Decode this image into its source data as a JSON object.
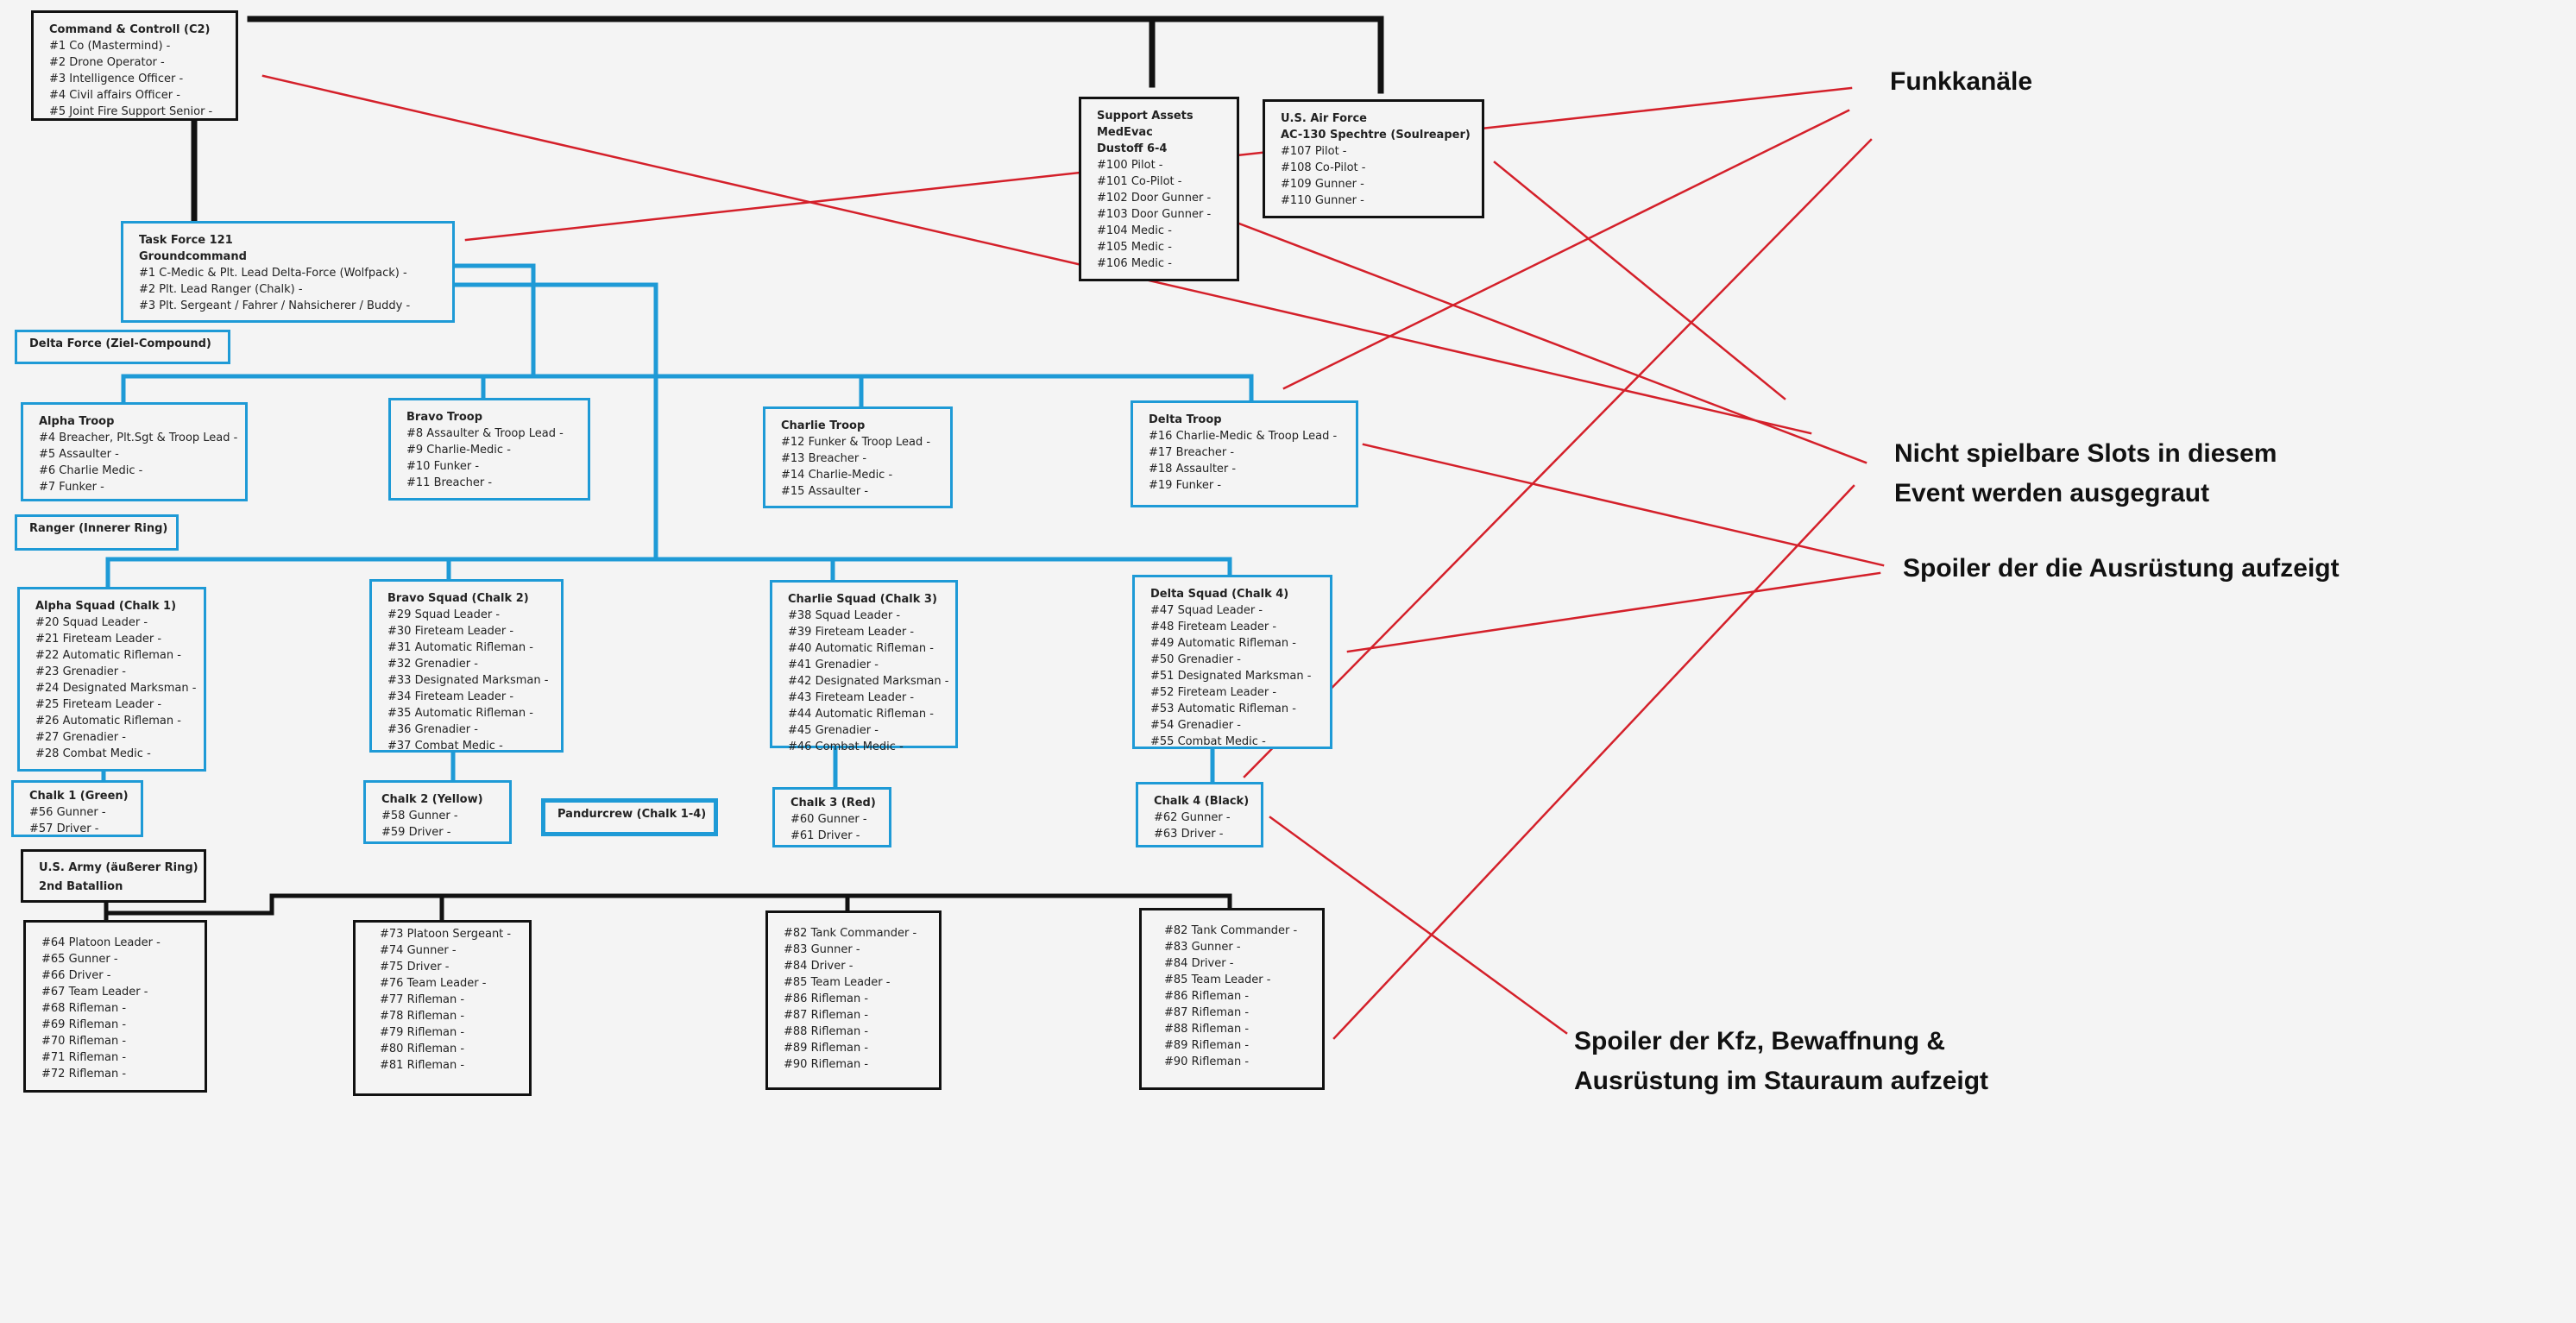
{
  "annotations": {
    "funk": [
      "Funkkanäle"
    ],
    "grey": [
      "Nicht spielbare Slots in diesem",
      "Event werden ausgegraut"
    ],
    "spoiler_gear": [
      "Spoiler der die Ausrüstung aufzeigt"
    ],
    "spoiler_kfz": [
      "Spoiler der Kfz, Bewaffnung &",
      "Ausrüstung im Stauraum aufzeigt"
    ]
  },
  "labels": {
    "delta_force": "Delta Force (Ziel-Compound)",
    "ranger": "Ranger (Innerer Ring)",
    "pandur": "Pandurcrew (Chalk 1-4)"
  },
  "colors": {
    "blue": "#1e9ad6",
    "black": "#111111",
    "red": "#d4202a"
  },
  "boxes": [
    {
      "name": "c2",
      "titles": [
        "Command & Controll   (C2)"
      ],
      "rows": [
        "#1 Co (Mastermind) -",
        "#2 Drone Operator -",
        "#3 Intelligence Officer -",
        "#4 Civil affairs Officer -",
        "#5 Joint Fire Support Senior -"
      ]
    },
    {
      "name": "support",
      "titles": [
        "Support Assets",
        "MedEvac",
        "Dustoff 6-4"
      ],
      "rows": [
        "#100 Pilot -",
        "#101 Co-Pilot -",
        "#102 Door Gunner -",
        "#103 Door Gunner -",
        "#104 Medic -",
        "#105 Medic -",
        "#106 Medic -"
      ]
    },
    {
      "name": "usaf",
      "titles": [
        "U.S. Air Force",
        "AC-130 Spechtre (Soulreaper)"
      ],
      "rows": [
        "#107 Pilot -",
        "#108 Co-Pilot -",
        "#109 Gunner -",
        "#110 Gunner -"
      ]
    },
    {
      "name": "tf121",
      "titles": [
        "Task Force 121",
        "Groundcommand"
      ],
      "rows": [
        "#1 C-Medic & Plt. Lead Delta-Force (Wolfpack) -",
        "#2 Plt. Lead Ranger (Chalk) -",
        "#3 Plt. Sergeant / Fahrer / Nahsicherer / Buddy -"
      ]
    },
    {
      "name": "alpha-troop",
      "titles": [
        "Alpha Troop"
      ],
      "rows": [
        "#4 Breacher, Plt.Sgt & Troop Lead -",
        "#5 Assaulter -",
        "#6 Charlie Medic -",
        "#7 Funker -"
      ]
    },
    {
      "name": "bravo-troop",
      "titles": [
        "Bravo Troop"
      ],
      "rows": [
        "#8 Assaulter & Troop Lead -",
        "#9 Charlie-Medic -",
        "#10 Funker -",
        "#11 Breacher -"
      ]
    },
    {
      "name": "charlie-troop",
      "titles": [
        "Charlie Troop"
      ],
      "rows": [
        "#12 Funker & Troop Lead -",
        "#13 Breacher -",
        "#14 Charlie-Medic -",
        "#15 Assaulter -"
      ]
    },
    {
      "name": "delta-troop",
      "titles": [
        "Delta Troop"
      ],
      "rows": [
        "#16 Charlie-Medic & Troop Lead -",
        "#17 Breacher -",
        "#18 Assaulter -",
        "#19 Funker -"
      ]
    },
    {
      "name": "alpha-squad",
      "titles": [
        "Alpha Squad (Chalk 1)"
      ],
      "rows": [
        "#20 Squad Leader -",
        "#21 Fireteam Leader -",
        "#22 Automatic Rifleman -",
        "#23 Grenadier -",
        "#24 Designated Marksman -",
        "#25 Fireteam Leader -",
        "#26 Automatic Rifleman -",
        "#27 Grenadier -",
        "#28 Combat Medic -"
      ]
    },
    {
      "name": "bravo-squad",
      "titles": [
        "Bravo Squad (Chalk 2)"
      ],
      "rows": [
        "#29 Squad Leader -",
        "#30 Fireteam Leader -",
        "#31 Automatic Rifleman -",
        "#32 Grenadier -",
        "#33 Designated Marksman -",
        "#34 Fireteam Leader -",
        "#35 Automatic Rifleman -",
        "#36 Grenadier -",
        "#37 Combat Medic -"
      ]
    },
    {
      "name": "charlie-squad",
      "titles": [
        "Charlie Squad (Chalk 3)"
      ],
      "rows": [
        "#38 Squad Leader -",
        "#39 Fireteam Leader -",
        "#40 Automatic Rifleman -",
        "#41 Grenadier -",
        "#42 Designated Marksman -",
        "#43 Fireteam Leader -",
        "#44 Automatic Rifleman -",
        "#45 Grenadier -",
        "#46 Combat Medic -"
      ]
    },
    {
      "name": "delta-squad",
      "titles": [
        "Delta Squad (Chalk 4)"
      ],
      "rows": [
        "#47 Squad Leader -",
        "#48 Fireteam Leader -",
        "#49 Automatic Rifleman -",
        "#50 Grenadier -",
        "#51 Designated Marksman -",
        "#52 Fireteam Leader -",
        "#53 Automatic Rifleman -",
        "#54 Grenadier -",
        "#55 Combat Medic -"
      ]
    },
    {
      "name": "chalk1",
      "titles": [
        "Chalk 1 (Green)"
      ],
      "rows": [
        "#56 Gunner -",
        "#57 Driver -"
      ]
    },
    {
      "name": "chalk2",
      "titles": [
        "Chalk 2 (Yellow)"
      ],
      "rows": [
        "#58 Gunner -",
        "#59 Driver -"
      ]
    },
    {
      "name": "chalk3",
      "titles": [
        "Chalk 3 (Red)"
      ],
      "rows": [
        "#60 Gunner -",
        "#61 Driver -"
      ]
    },
    {
      "name": "chalk4",
      "titles": [
        "Chalk 4 (Black)"
      ],
      "rows": [
        "#62 Gunner -",
        "#63 Driver -"
      ]
    },
    {
      "name": "usarmy",
      "titles": [
        "U.S. Army (äußerer Ring)",
        "2nd Batallion"
      ],
      "rows": []
    },
    {
      "name": "army1",
      "titles": [],
      "rows": [
        "#64 Platoon Leader -",
        "#65 Gunner -",
        "#66 Driver -",
        "#67 Team Leader -",
        "#68 Rifleman -",
        "#69 Rifleman -",
        "#70 Rifleman -",
        "#71 Rifleman -",
        "#72 Rifleman -"
      ]
    },
    {
      "name": "army2",
      "titles": [],
      "rows": [
        "#73 Platoon Sergeant -",
        "#74 Gunner -",
        "#75 Driver -",
        "#76 Team Leader -",
        "#77 Rifleman -",
        "#78 Rifleman -",
        "#79 Rifleman -",
        "#80 Rifleman -",
        "#81 Rifleman -"
      ]
    },
    {
      "name": "army3",
      "titles": [],
      "rows": [
        "#82 Tank Commander -",
        "#83 Gunner -",
        "#84 Driver -",
        "#85 Team Leader -",
        "#86 Rifleman -",
        "#87 Rifleman -",
        "#88 Rifleman -",
        "#89 Rifleman -",
        "#90 Rifleman -"
      ]
    },
    {
      "name": "army4",
      "titles": [],
      "rows": [
        "#82 Tank Commander -",
        "#83 Gunner -",
        "#84 Driver -",
        "#85 Team Leader -",
        "#86 Rifleman -",
        "#87 Rifleman -",
        "#88 Rifleman -",
        "#89 Rifleman -",
        "#90 Rifleman -"
      ]
    }
  ]
}
